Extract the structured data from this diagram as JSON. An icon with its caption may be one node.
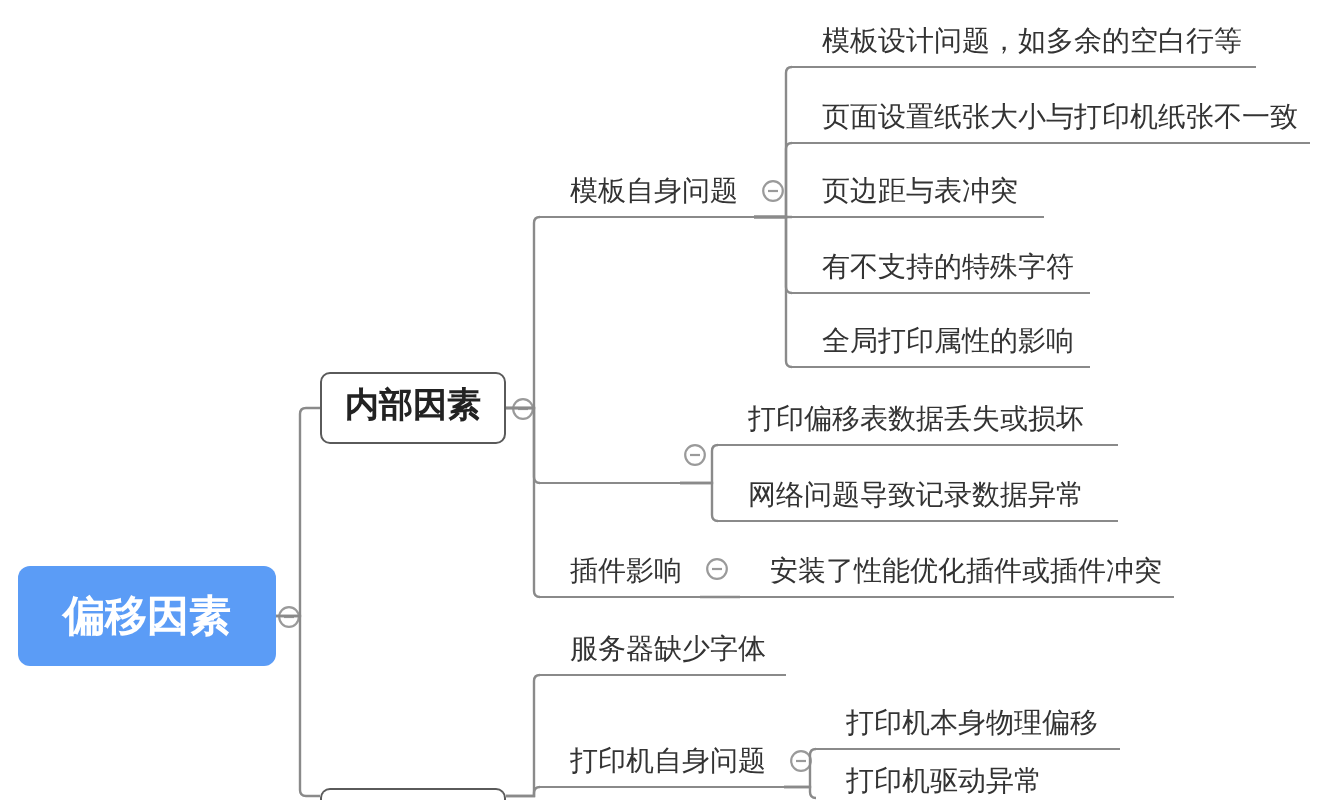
{
  "diagram": {
    "nodes": [
      {
        "text": [
          "偏移因素"
        ]
      },
      {
        "text": [
          "内部因素"
        ]
      },
      {
        "text": [
          "模板自身问题"
        ]
      },
      {
        "text": [
          "模板设计问题，如多余的空白行等"
        ]
      },
      {
        "text": [
          "页面设置纸张大小与打印机纸张不一致"
        ]
      },
      {
        "text": [
          "页边距与表冲突"
        ]
      },
      {
        "text": [
          "有不支持的特殊字符"
        ]
      },
      {
        "text": [
          "全局打印属性的影响"
        ]
      },
      {
        "text": [],
        "shape": "bar"
      },
      {
        "text": [
          "打印偏移表数据丢失或损坏"
        ]
      },
      {
        "text": [
          "网络问题导致记录数据异常"
        ]
      },
      {
        "text": [
          "插件影响"
        ]
      },
      {
        "text": [
          "安装了性能优化插件或插件冲突"
        ]
      },
      {
        "text": [],
        "shape": "box"
      },
      {
        "text": [
          "服务器缺少字体"
        ]
      },
      {
        "text": [
          "打印机自身问题"
        ]
      },
      {
        "text": [
          "打印机本身物理偏移"
        ]
      },
      {
        "text": [
          "打印机驱动异常"
        ]
      }
    ],
    "edges": [
      {
        "from": 0,
        "to": 1,
        "arrow": "none"
      },
      {
        "from": 0,
        "to": 13,
        "arrow": "none"
      },
      {
        "from": 1,
        "to": 2,
        "arrow": "none"
      },
      {
        "from": 1,
        "to": 8,
        "arrow": "none"
      },
      {
        "from": 1,
        "to": 11,
        "arrow": "none"
      },
      {
        "from": 2,
        "to": 3,
        "arrow": "none"
      },
      {
        "from": 2,
        "to": 4,
        "arrow": "none"
      },
      {
        "from": 2,
        "to": 5,
        "arrow": "none"
      },
      {
        "from": 2,
        "to": 6,
        "arrow": "none"
      },
      {
        "from": 2,
        "to": 7,
        "arrow": "none"
      },
      {
        "from": 8,
        "to": 9,
        "arrow": "none"
      },
      {
        "from": 8,
        "to": 10,
        "arrow": "none"
      },
      {
        "from": 11,
        "to": 12,
        "arrow": "none"
      },
      {
        "from": 13,
        "to": 14,
        "arrow": "none"
      },
      {
        "from": 13,
        "to": 15,
        "arrow": "none"
      },
      {
        "from": 15,
        "to": 16,
        "arrow": "none"
      },
      {
        "from": 15,
        "to": 17,
        "arrow": "none"
      }
    ]
  }
}
